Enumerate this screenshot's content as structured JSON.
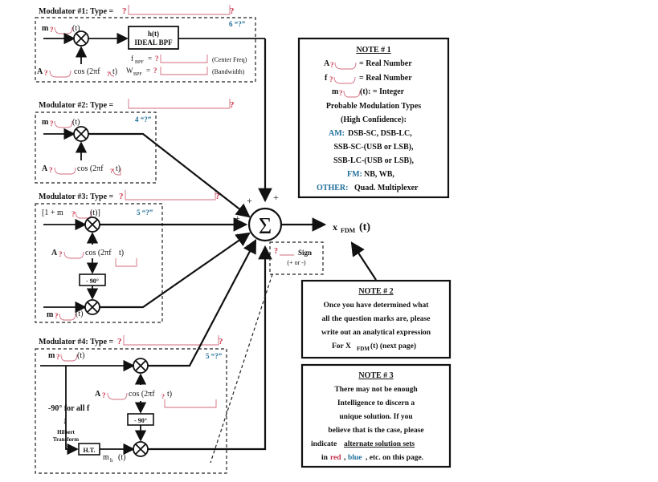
{
  "modulators": [
    {
      "title": "Modulator #1: Type =",
      "q": "?",
      "q_end": "?",
      "input": "m",
      "input_q": "?",
      "input_arg": "(t)",
      "carrier_amp": "A",
      "carrier_q": "?",
      "carrier_expr": "cos (2πf",
      "carrier_q2": "?",
      "carrier_close": "t)",
      "count": "6 “?”",
      "filter_top": "h(t)",
      "filter_bottom": "IDEAL BPF",
      "fbpf": "f",
      "fbpf_sub": "BPF",
      "fbpf_eq": "=",
      "wbpf": "W",
      "wbpf_sub": "BPF",
      "wbpf_eq": "=",
      "center": "(Center Freq)",
      "bandwidth": "(Bandwidth)"
    },
    {
      "title": "Modulator #2:  Type =",
      "q_end": "?",
      "input": "m",
      "input_q": "?",
      "input_arg": "(t)",
      "carrier_amp": "A",
      "carrier_q": "?",
      "carrier_expr": "cos (2πf",
      "carrier_q2": "?",
      "carrier_close": "t)",
      "count": "4 “?”"
    },
    {
      "title": "Modulator #3: Type =",
      "q": "?",
      "q_end": "?",
      "input_top": "[1 + m",
      "input_top_q": "?",
      "input_top_close": "(t)]",
      "carrier_amp": "A",
      "carrier_q": "?",
      "carrier_expr": "cos (2πf",
      "carrier_close": "t)",
      "phase": "- 90°",
      "input_bottom": "m",
      "input_bottom_q": "?",
      "input_bottom_arg": "(t)",
      "count": "5 “?”"
    },
    {
      "title": "Modulator #4: Type =",
      "q": "?",
      "q_end": "?",
      "input": "m",
      "input_q": "?",
      "input_arg": "(t)",
      "carrier_amp": "A",
      "carrier_q": "?",
      "carrier_expr": "cos (2πf",
      "carrier_q2": "?",
      "carrier_close": "t)",
      "allf": "-90°  for all f",
      "arrow_down": "↓",
      "hilbert": "Hilbert",
      "transform": "Transform",
      "ht": "H.T.",
      "phase": "- 90°",
      "mh": "m",
      "mh_sub": "h",
      "mh_arg": "(t)",
      "count": "5 “?”"
    }
  ],
  "summer": {
    "signs": [
      "+",
      "+",
      "+",
      "+",
      "+"
    ],
    "output": "x",
    "output_sub": "FDM",
    "output_arg": "(t)",
    "sign_q": "?",
    "sign_label": "Sign",
    "sign_options": "(+ or -)"
  },
  "note1": {
    "heading": "NOTE # 1",
    "a": "A",
    "a_q": "?",
    "a_text": "= Real Number",
    "f": "f",
    "f_q": "?",
    "f_text": "= Real Number",
    "m": "m",
    "m_q": "?",
    "m_text": "(t):  = Integer",
    "types_title": "Probable Modulation Types",
    "confidence": "(High Confidence):",
    "am_label": "AM:",
    "am_items": "DSB-SC, DSB-LC,",
    "ssb_sc": "SSB-SC-(USB or LSB),",
    "ssb_lc": "SSB-LC-(USB or LSB),",
    "fm_label": "FM:",
    "fm_items": "NB, WB,",
    "other_label": "OTHER:",
    "other_items": "Quad. Multiplexer"
  },
  "note2": {
    "heading": "NOTE # 2",
    "lines": [
      "Once you have determined what",
      "all the question marks are, please",
      "write out an analytical expression"
    ],
    "last_pre": "For X",
    "last_sub": "FDM",
    "last_post": "(t) (next page)"
  },
  "note3": {
    "heading": "NOTE # 3",
    "lines": [
      "There may not be enough",
      "Intelligence to discern a",
      "unique solution.  If you",
      "believe that is the case, please"
    ],
    "indicate": "indicate",
    "alt": "alternate solution sets",
    "in": "in",
    "red": "red",
    "comma": ",",
    "blue": "blue",
    "etc": ", etc. on this page."
  },
  "colors": {
    "question": "#c8324a",
    "blue": "#1f6f9a"
  }
}
